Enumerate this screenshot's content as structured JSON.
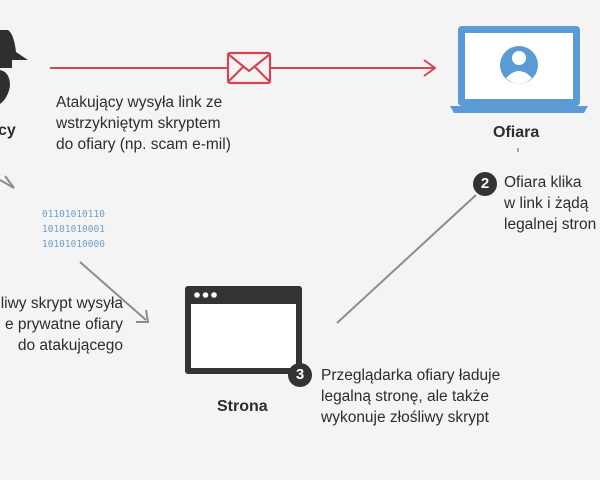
{
  "colors": {
    "background": "#f4f4f4",
    "arrow_red": "#d64552",
    "arrow_gray": "#8c8c8c",
    "laptop_blue": "#5b9bd5",
    "dark": "#333333",
    "binary_blue": "#6fa0c8"
  },
  "icons": {
    "attacker": "hacker-icon",
    "mail": "envelope-icon",
    "victim": "laptop-user-icon",
    "site": "browser-window-icon"
  },
  "attacker": {
    "title": "cy"
  },
  "victim": {
    "title": "Ofiara"
  },
  "site": {
    "title": "Strona"
  },
  "step1": {
    "lines": [
      "Atakujący wysyła link ze",
      "wstrzykniętym skryptem",
      "do ofiary (np. scam e-mil)"
    ]
  },
  "step2": {
    "number": "2",
    "lines": [
      "Ofiara klika",
      "w link i żądą",
      "legalnej stron"
    ]
  },
  "step3": {
    "number": "3",
    "lines": [
      "Przeglądarka ofiary ładuje",
      "legalną stronę, ale także",
      "wykonuje złośliwy skrypt"
    ]
  },
  "step4": {
    "lines": [
      "liwy skrypt wysyła",
      "e prywatne ofiary",
      "do atakującego"
    ]
  },
  "binary": [
    "01101010110",
    "10101010001",
    "10101010000"
  ]
}
